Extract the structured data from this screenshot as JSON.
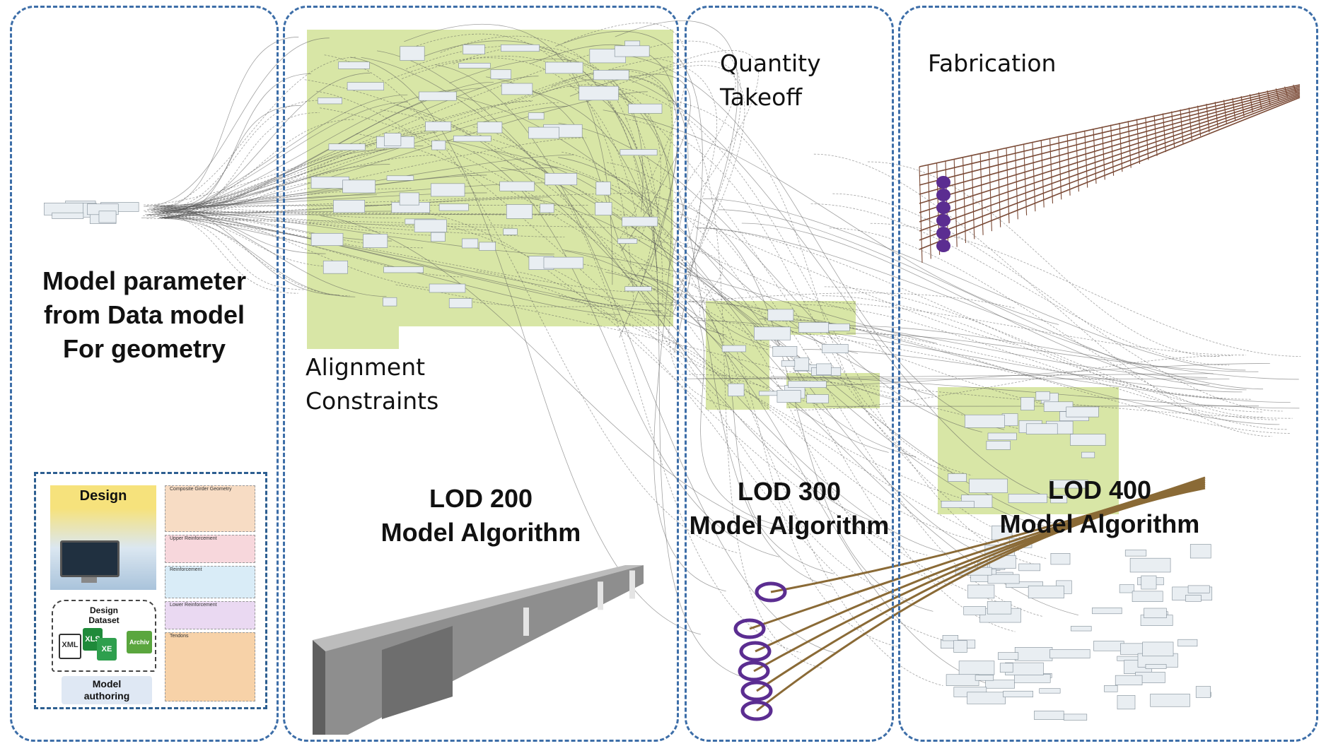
{
  "panels": [
    {
      "id": "geometry",
      "lines": [
        "Model parameter",
        "from Data model",
        "For geometry"
      ]
    },
    {
      "id": "lod200",
      "top_lines": [
        "Alignment",
        "Constraints"
      ],
      "bottom_lines": [
        "LOD 200",
        "Model Algorithm"
      ]
    },
    {
      "id": "lod300",
      "top_lines": [
        "Quantity",
        "Takeoff"
      ],
      "bottom_lines": [
        "LOD 300",
        "Model Algorithm"
      ]
    },
    {
      "id": "lod400",
      "top_lines": [
        "Fabrication"
      ],
      "bottom_lines": [
        "LOD 400",
        "Model Algorithm"
      ]
    }
  ],
  "inset": {
    "design_label": "Design",
    "dataset_lines": [
      "Design",
      "Dataset"
    ],
    "file_icons": [
      "XML",
      "XLS",
      "XE",
      "Archiv"
    ],
    "authoring_lines": [
      "Model",
      "authoring"
    ],
    "flow_cards": [
      {
        "title": "Composite Girder Geometry",
        "color": "#f7dcc4"
      },
      {
        "title": "Upper Reinforcement",
        "color": "#f7d7dc"
      },
      {
        "title": "Reinforcement",
        "color": "#d9ecf7"
      },
      {
        "title": "Lower Reinforcement",
        "color": "#ead9f2"
      },
      {
        "title": "Tendons",
        "color": "#f7d2a8"
      }
    ]
  },
  "colors": {
    "panel_border": "#3d6ea8",
    "node_group": "#d8e6a6",
    "wire": "#555555",
    "rebar": "#7a4a36",
    "tendon": "#8a6a36",
    "anchor": "#5b2d91",
    "concrete": "#8e8e8e"
  }
}
